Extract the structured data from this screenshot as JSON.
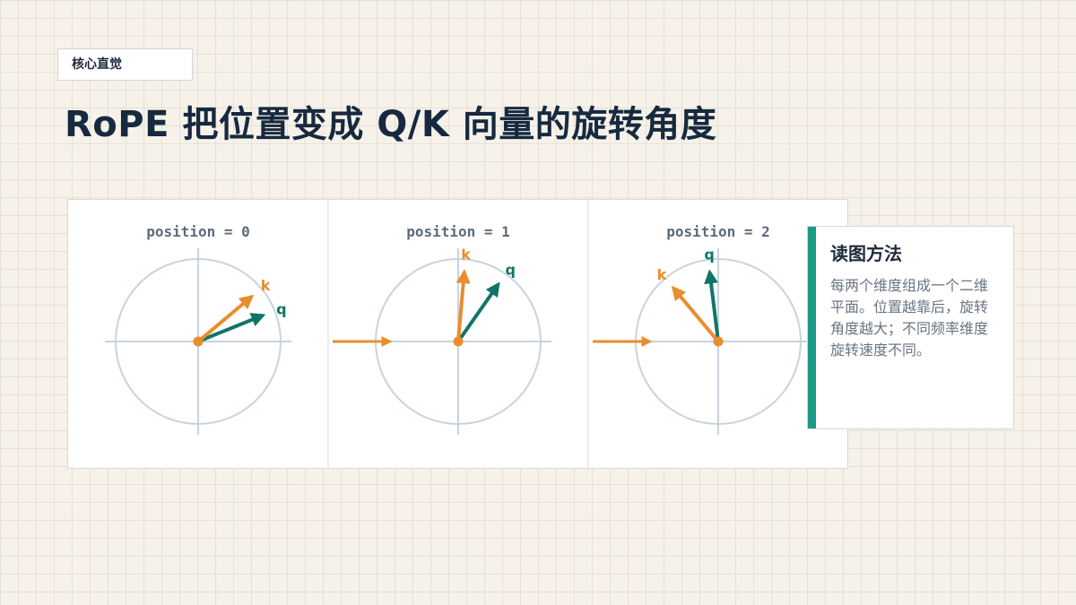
{
  "tag": "核心直觉",
  "title": "RoPE 把位置变成 Q/K 向量的旋转角度",
  "panels": [
    {
      "label": "position = 0",
      "k_angle_deg": 40,
      "q_angle_deg": 22,
      "incoming_arrow": false
    },
    {
      "label": "position = 1",
      "k_angle_deg": 85,
      "q_angle_deg": 55,
      "incoming_arrow": true
    },
    {
      "label": "position = 2",
      "k_angle_deg": 130,
      "q_angle_deg": 97,
      "incoming_arrow": true
    }
  ],
  "vector_labels": {
    "k": "k",
    "q": "q"
  },
  "colors": {
    "k": "#e98d2e",
    "q": "#107566",
    "circle": "#c9d3dd",
    "accent": "#1a9a84"
  },
  "note": {
    "title": "读图方法",
    "body": "每两个维度组成一个二维平面。位置越靠后，旋转角度越大；不同频率维度旋转速度不同。"
  }
}
